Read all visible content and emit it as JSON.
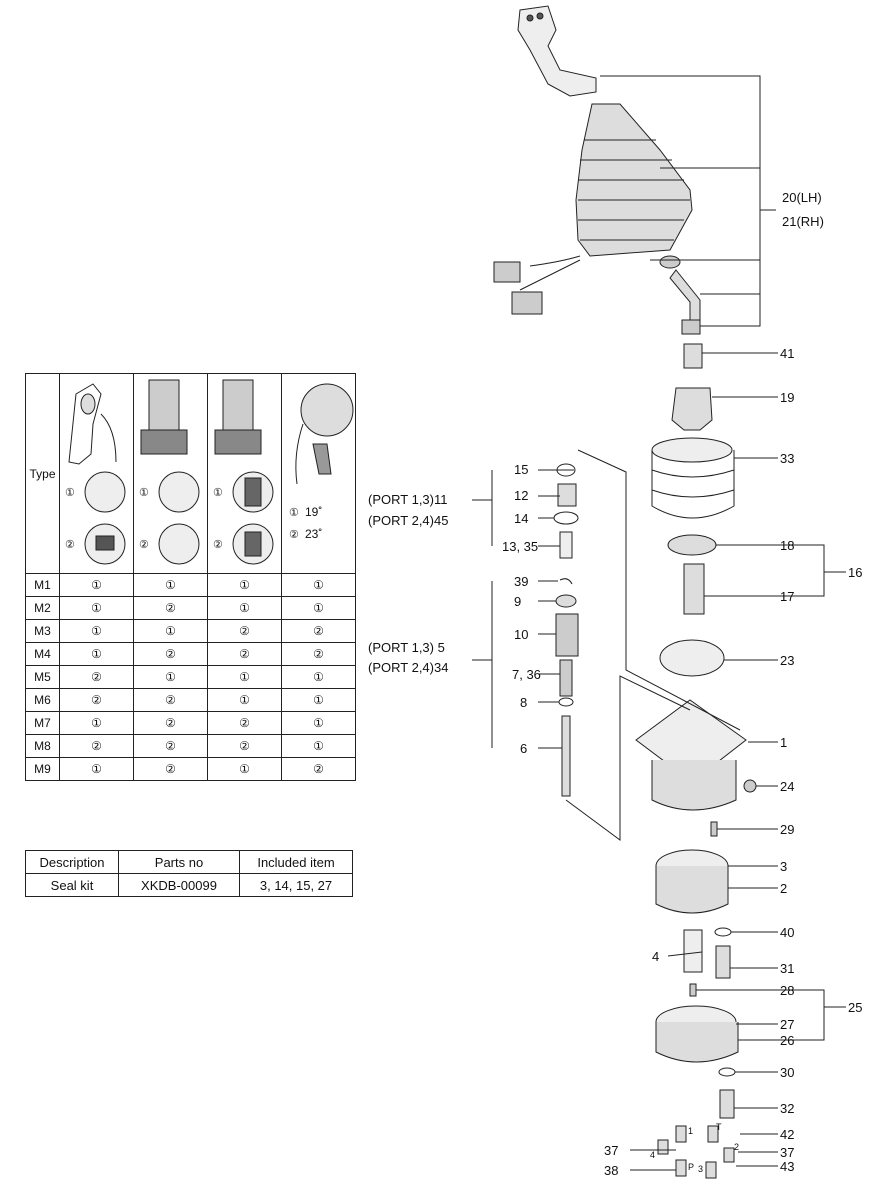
{
  "type_table": {
    "header_label": "Type",
    "option_labels": [
      "①",
      "②"
    ],
    "angle_options": [
      "19˚",
      "23˚"
    ],
    "rows": [
      {
        "model": "M1",
        "values": [
          "①",
          "①",
          "①",
          "①"
        ]
      },
      {
        "model": "M2",
        "values": [
          "①",
          "②",
          "①",
          "①"
        ]
      },
      {
        "model": "M3",
        "values": [
          "①",
          "①",
          "②",
          "②"
        ]
      },
      {
        "model": "M4",
        "values": [
          "①",
          "②",
          "②",
          "②"
        ]
      },
      {
        "model": "M5",
        "values": [
          "②",
          "①",
          "①",
          "①"
        ]
      },
      {
        "model": "M6",
        "values": [
          "②",
          "②",
          "①",
          "①"
        ]
      },
      {
        "model": "M7",
        "values": [
          "①",
          "②",
          "②",
          "①"
        ]
      },
      {
        "model": "M8",
        "values": [
          "②",
          "②",
          "②",
          "①"
        ]
      },
      {
        "model": "M9",
        "values": [
          "①",
          "②",
          "①",
          "②"
        ]
      }
    ]
  },
  "seal_table": {
    "headers": [
      "Description",
      "Parts no",
      "Included item"
    ],
    "row": [
      "Seal kit",
      "XKDB-00099",
      "3, 14, 15, 27"
    ]
  },
  "callouts": {
    "c20": "20(LH)",
    "c21": "21(RH)",
    "c41": "41",
    "c19": "19",
    "c33": "33",
    "c18": "18",
    "c16": "16",
    "c17": "17",
    "c23": "23",
    "c1": "1",
    "c24": "24",
    "c29": "29",
    "c3": "3",
    "c2": "2",
    "c40": "40",
    "c4": "4",
    "c31": "31",
    "c28": "28",
    "c25": "25",
    "c27": "27",
    "c26": "26",
    "c30": "30",
    "c32": "32",
    "c42": "42",
    "c37a": "37",
    "c37b": "37",
    "c38": "38",
    "c43": "43",
    "c15": "15",
    "c12": "12",
    "c14": "14",
    "c1335": "13, 35",
    "c39": "39",
    "c9": "9",
    "c10": "10",
    "c736": "7, 36",
    "c8": "8",
    "c6": "6",
    "port13_11": "(PORT 1,3)11",
    "port24_45": "(PORT 2,4)45",
    "port13_5": "(PORT 1,3) 5",
    "port24_34": "(PORT 2,4)34",
    "port_t": "T",
    "port_1": "1",
    "port_2": "2",
    "port_3": "3",
    "port_4": "4",
    "port_p": "P"
  }
}
